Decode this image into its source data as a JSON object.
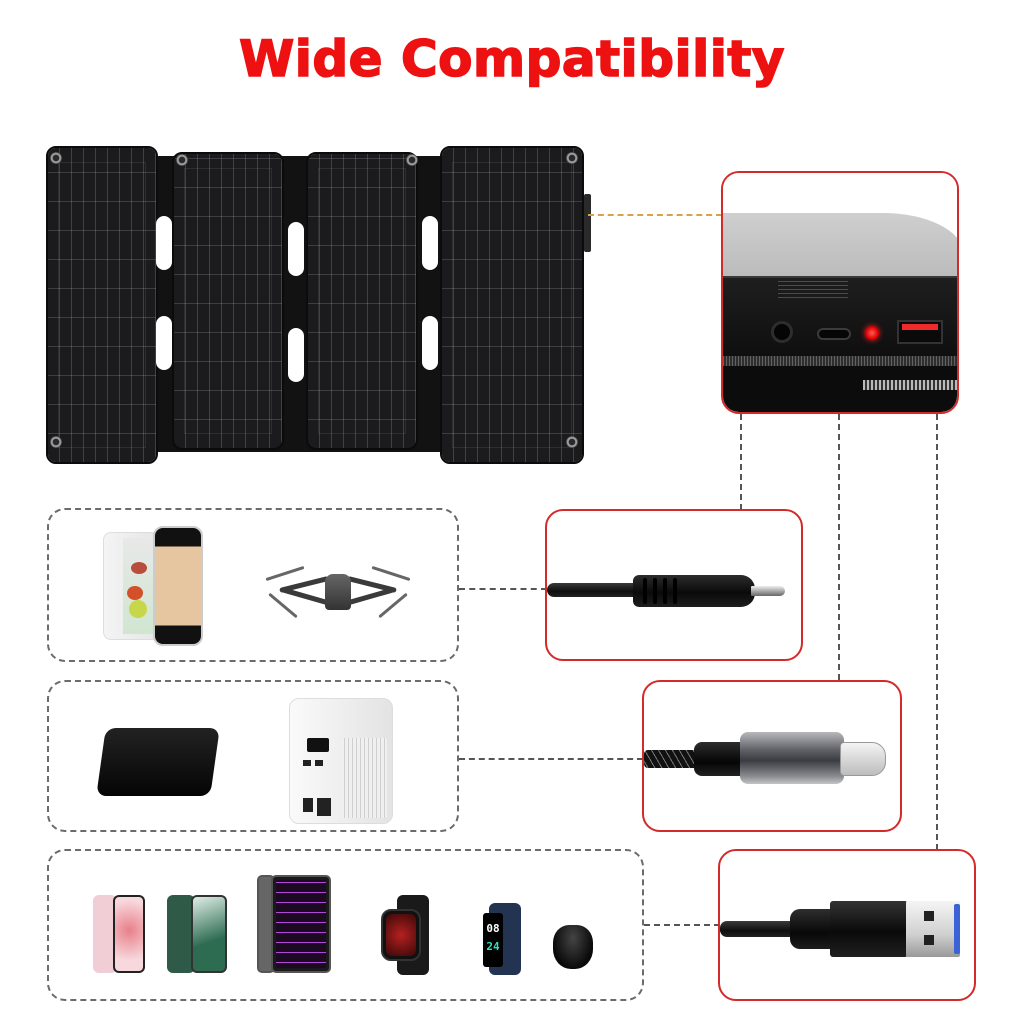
{
  "header": {
    "title": "Wide Compatibility"
  },
  "colors": {
    "title": "#ee1111",
    "callout_border": "#d42a2a",
    "dashed_line": "#555555",
    "group_border": "#6b6b6b",
    "controller_led": "#e00000",
    "usb_blue": "#3b63d6"
  },
  "solar_panel": {
    "icon": "foldable-solar-panel-icon",
    "panel_count": 4,
    "handle_slots": 6
  },
  "controller_callout": {
    "icon": "output-controller-box-icon",
    "ports": [
      "dc-port",
      "usb-c-port",
      "indicator-led",
      "usb-a-port"
    ]
  },
  "connectors": [
    {
      "id": "dc",
      "icon": "dc-barrel-plug-icon",
      "devices": [
        {
          "icon": "mini-fridge-icon"
        },
        {
          "icon": "drone-icon"
        }
      ]
    },
    {
      "id": "usb-c",
      "icon": "usb-c-cable-icon",
      "devices": [
        {
          "icon": "jump-starter-icon"
        },
        {
          "icon": "portable-power-station-icon"
        }
      ]
    },
    {
      "id": "usb-a",
      "icon": "usb-a-cable-icon",
      "devices": [
        {
          "icon": "pink-smartphone-icon"
        },
        {
          "icon": "green-smartphone-icon"
        },
        {
          "icon": "tablet-icon"
        },
        {
          "icon": "smartwatch-icon"
        },
        {
          "icon": "fitness-tracker-icon",
          "screen_hour": "08",
          "screen_minute": "24"
        },
        {
          "icon": "wireless-earbuds-icon"
        }
      ]
    }
  ]
}
